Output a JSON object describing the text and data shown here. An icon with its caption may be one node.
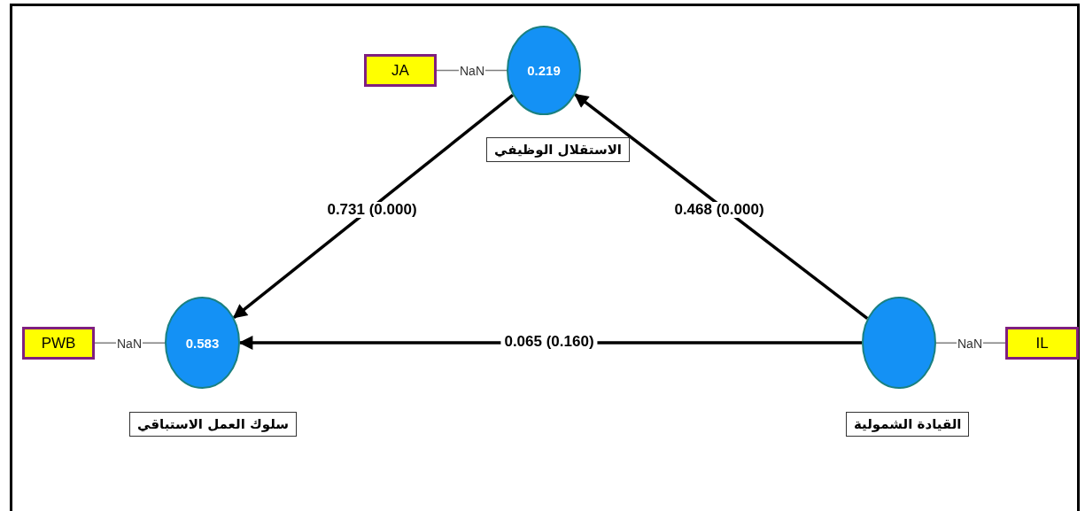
{
  "diagram": {
    "nodes": [
      {
        "text": [
          "JA"
        ]
      },
      {
        "text": [
          "0.219"
        ],
        "beside": [
          "الاستقلال الوظيفي"
        ]
      },
      {
        "text": [
          "PWB"
        ]
      },
      {
        "text": [
          "0.583"
        ],
        "beside": [
          "سلوك العمل الاستباقي"
        ]
      },
      {
        "text": [],
        "shape": "circle",
        "beside": [
          "القيادة الشمولية"
        ]
      },
      {
        "text": [
          "IL"
        ]
      }
    ],
    "edges": [
      {
        "from": 1,
        "to": 0,
        "arrow": "none",
        "label": "NaN",
        "color": "#7f7f7f"
      },
      {
        "from": 1,
        "to": 3,
        "arrow": "to",
        "label": "0.731 (0.000)",
        "style": "thick",
        "color": "#000000"
      },
      {
        "from": 4,
        "to": 1,
        "arrow": "to",
        "label": "0.468 (0.000)",
        "style": "thick",
        "color": "#000000"
      },
      {
        "from": 4,
        "to": 3,
        "arrow": "to",
        "label": "0.065 (0.160)",
        "style": "thick",
        "color": "#000000"
      },
      {
        "from": 3,
        "to": 2,
        "arrow": "none",
        "label": "NaN",
        "color": "#7f7f7f"
      },
      {
        "from": 4,
        "to": 5,
        "arrow": "none",
        "label": "NaN",
        "color": "#7f7f7f"
      }
    ]
  }
}
